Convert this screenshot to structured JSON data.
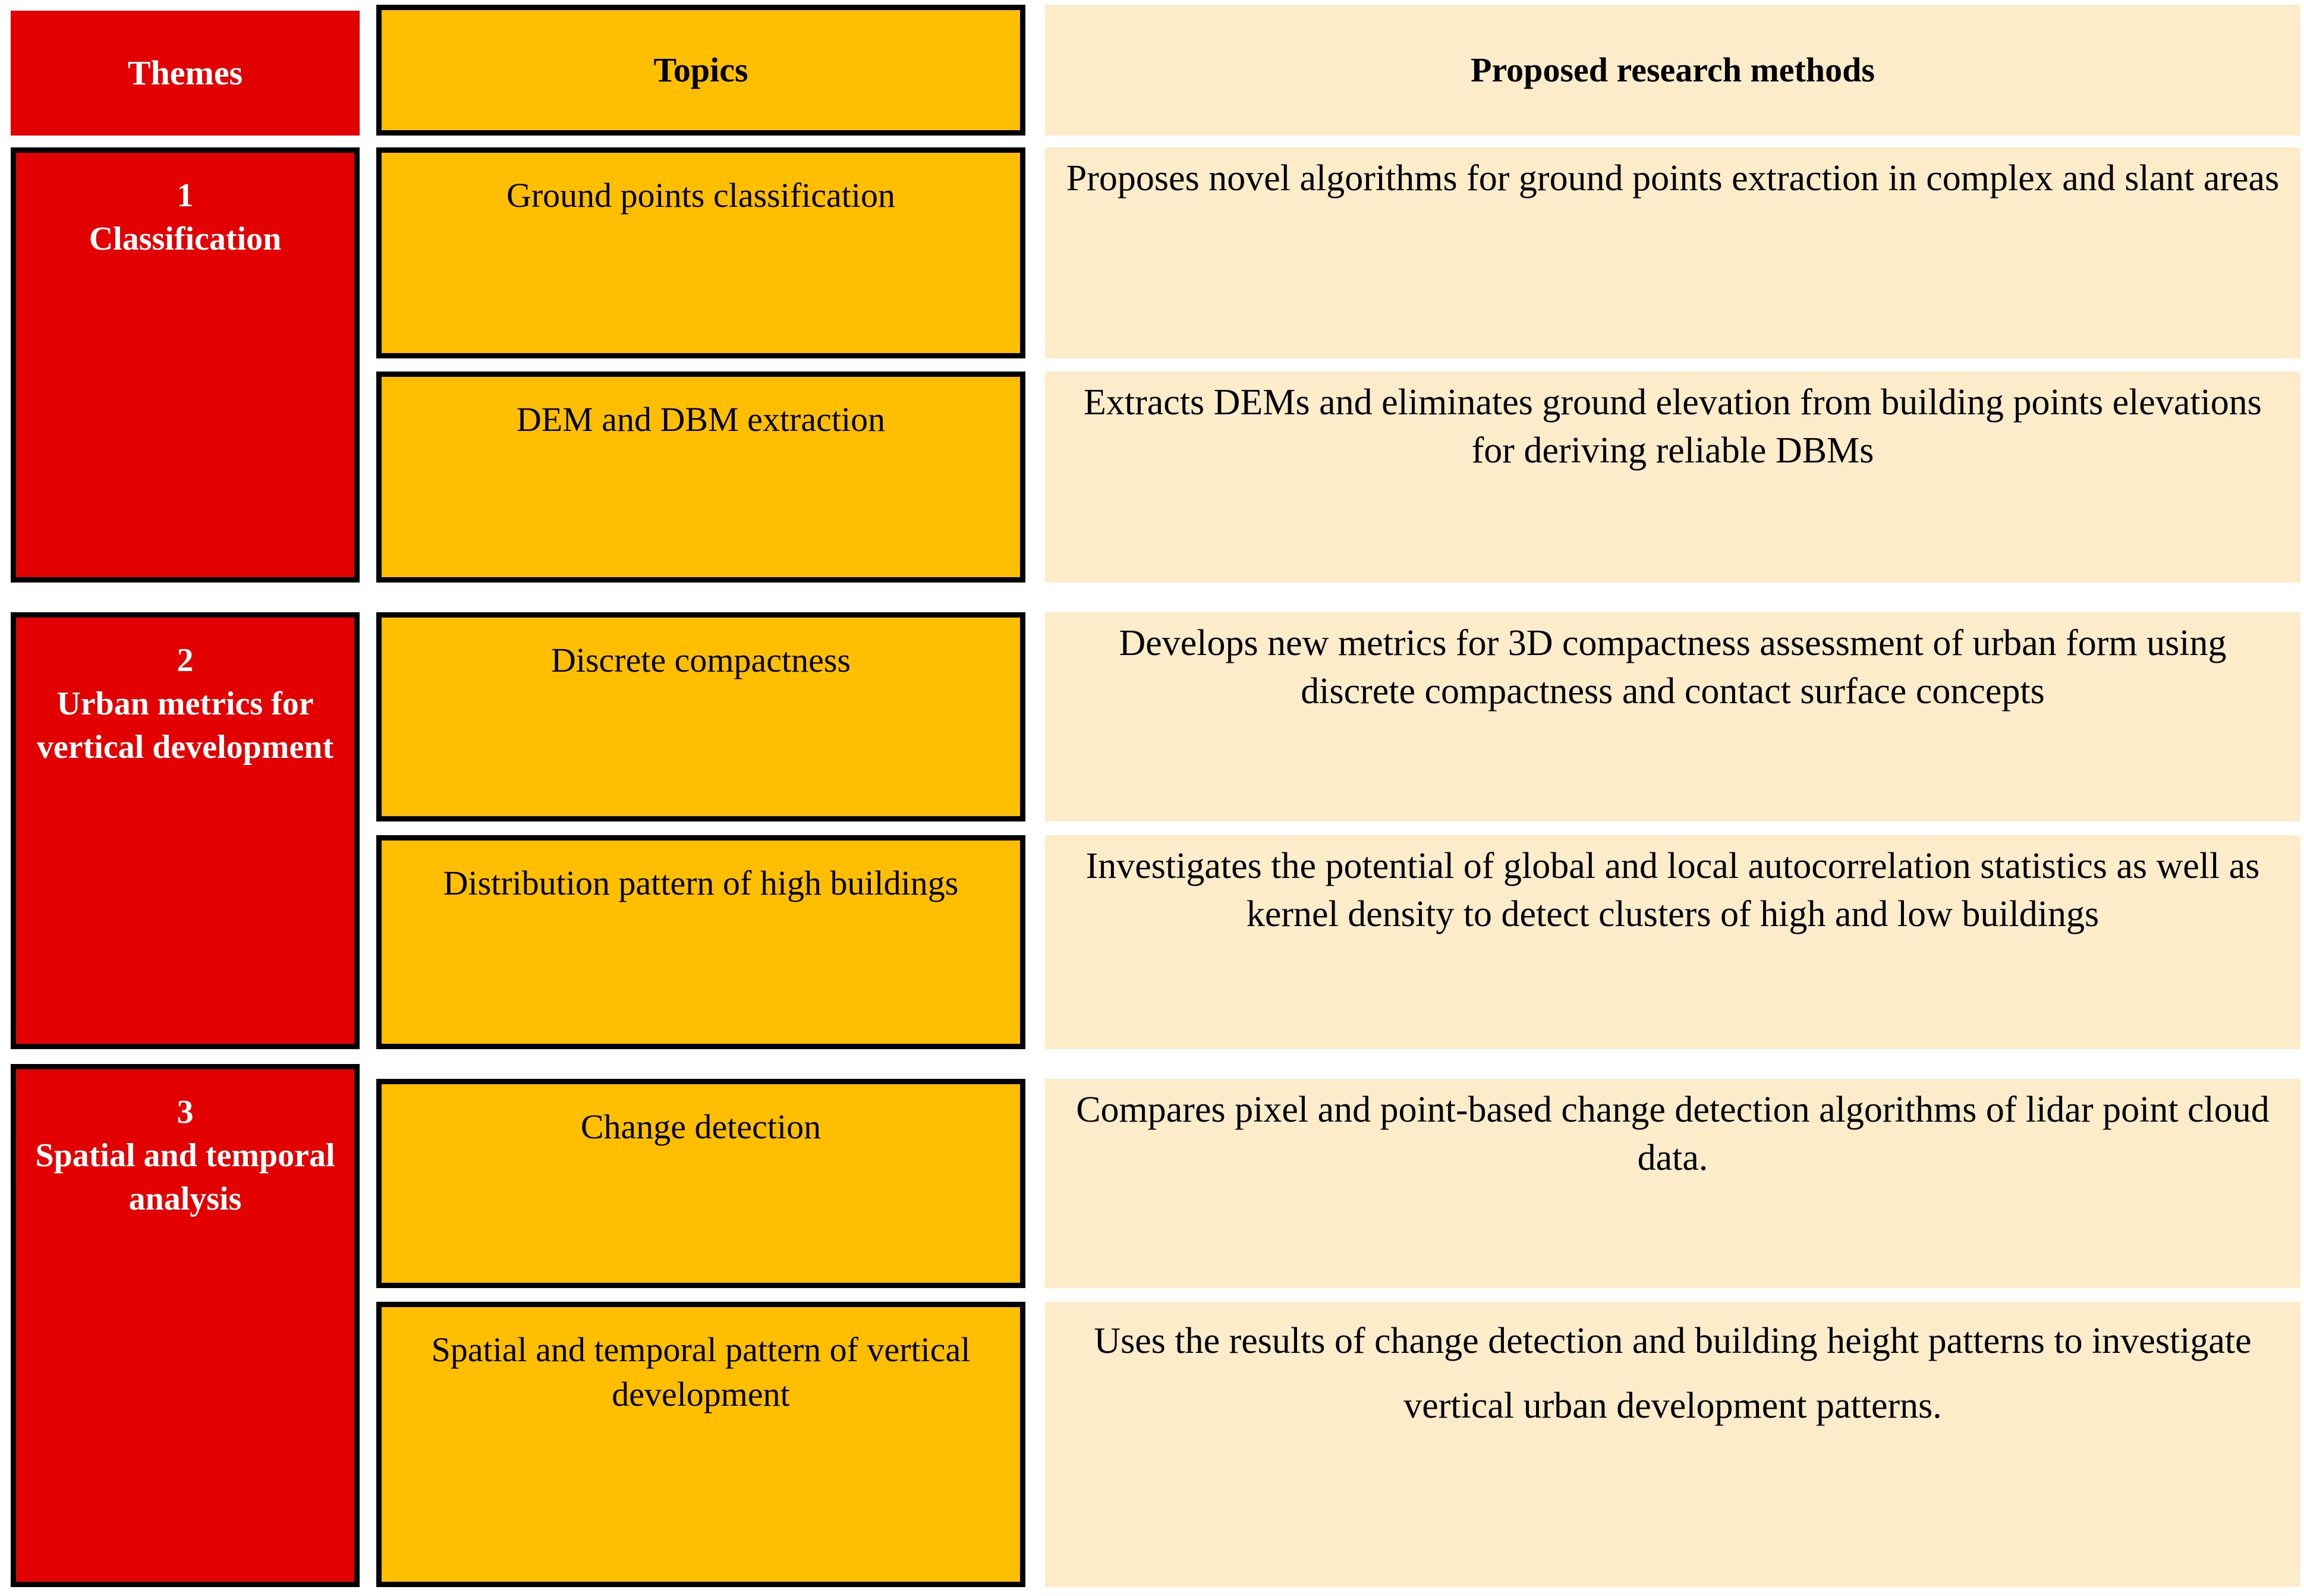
{
  "table": {
    "headers": {
      "themes": "Themes",
      "topics": "Topics",
      "methods": "Proposed research methods"
    },
    "colors": {
      "theme_bg": "#E20000",
      "theme_text": "#FFFFFF",
      "topic_bg": "#FFBF00",
      "topic_text": "#000000",
      "method_bg": "#FCECC9",
      "method_text": "#000000",
      "border": "#000000",
      "page_bg": "#FFFFFF"
    },
    "rows": [
      {
        "theme_number": "1",
        "theme_name": "Classification",
        "items": [
          {
            "topic": "Ground points classification",
            "method": "Proposes novel algorithms for ground points extraction in complex and slant areas"
          },
          {
            "topic": "DEM and DBM extraction",
            "method": "Extracts DEMs and eliminates ground elevation from building points elevations for deriving reliable DBMs"
          }
        ]
      },
      {
        "theme_number": "2",
        "theme_name": "Urban metrics for vertical development",
        "items": [
          {
            "topic": "Discrete compactness",
            "method": "Develops new metrics for 3D compactness assessment of urban form using discrete compactness and contact surface concepts"
          },
          {
            "topic": "Distribution pattern of high buildings",
            "method": "Investigates the potential of global and local autocorrelation statistics as well as kernel density to detect clusters of high and low buildings"
          }
        ]
      },
      {
        "theme_number": "3",
        "theme_name": "Spatial and temporal analysis",
        "items": [
          {
            "topic": "Change detection",
            "method": "Compares pixel and point-based change detection algorithms of lidar point cloud data."
          },
          {
            "topic": "Spatial and temporal pattern of vertical development",
            "method": "Uses the results of change detection and building height patterns to investigate vertical urban development patterns."
          }
        ]
      }
    ]
  }
}
